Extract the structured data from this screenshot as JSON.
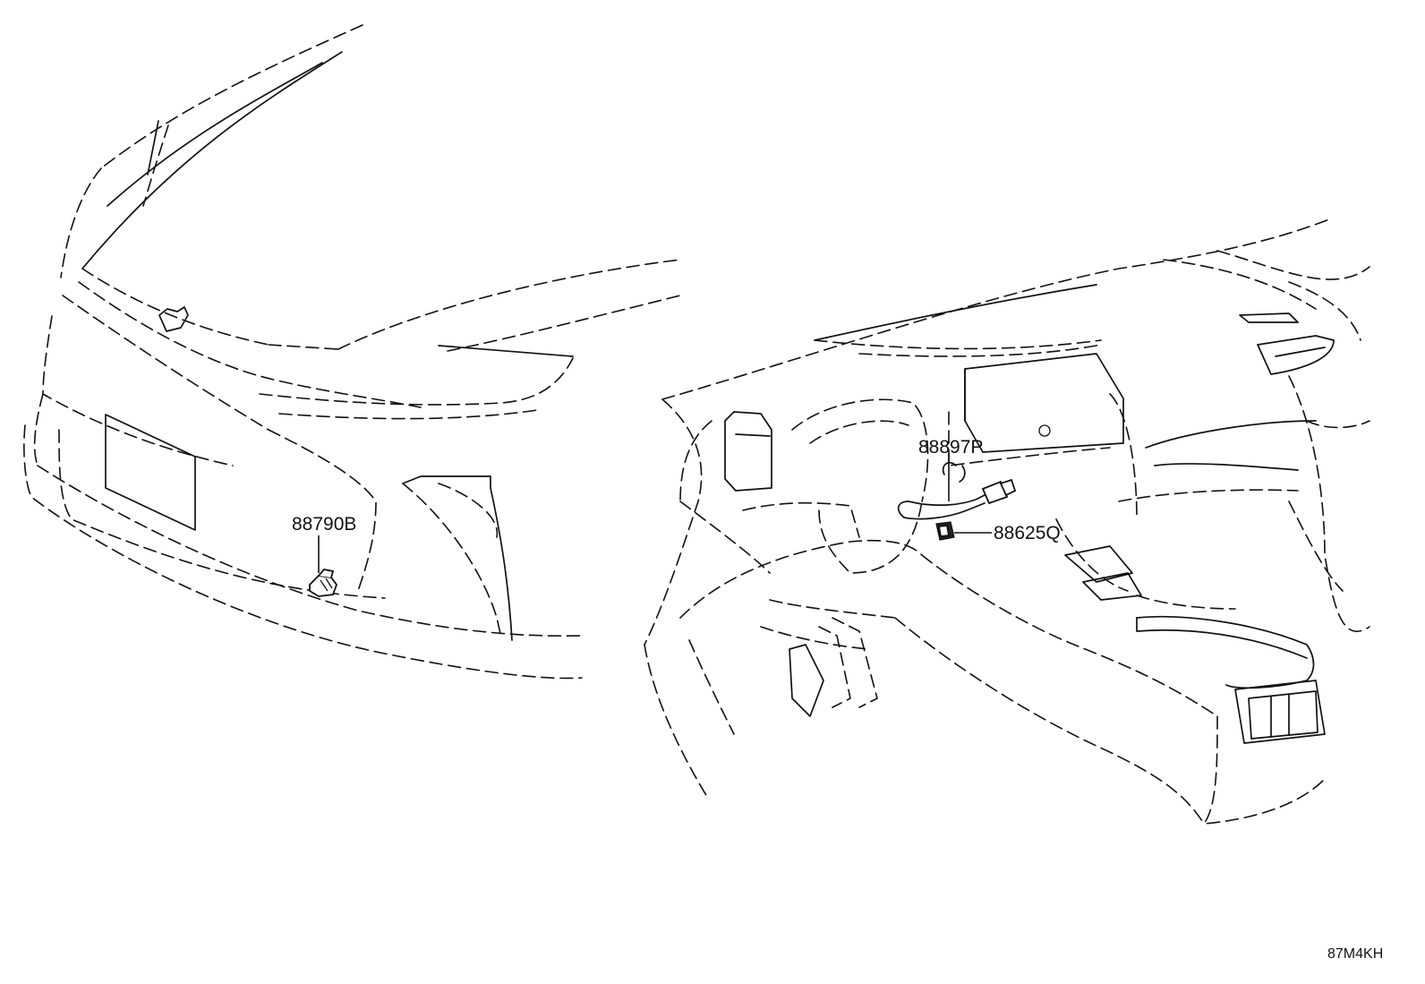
{
  "callouts": {
    "front_sensor": "88790B",
    "dash_harness": "88897P",
    "dash_sensor": "88625Q"
  },
  "illustration_code": "87M4KH",
  "colors": {
    "line": "#111111",
    "background": "#ffffff"
  }
}
